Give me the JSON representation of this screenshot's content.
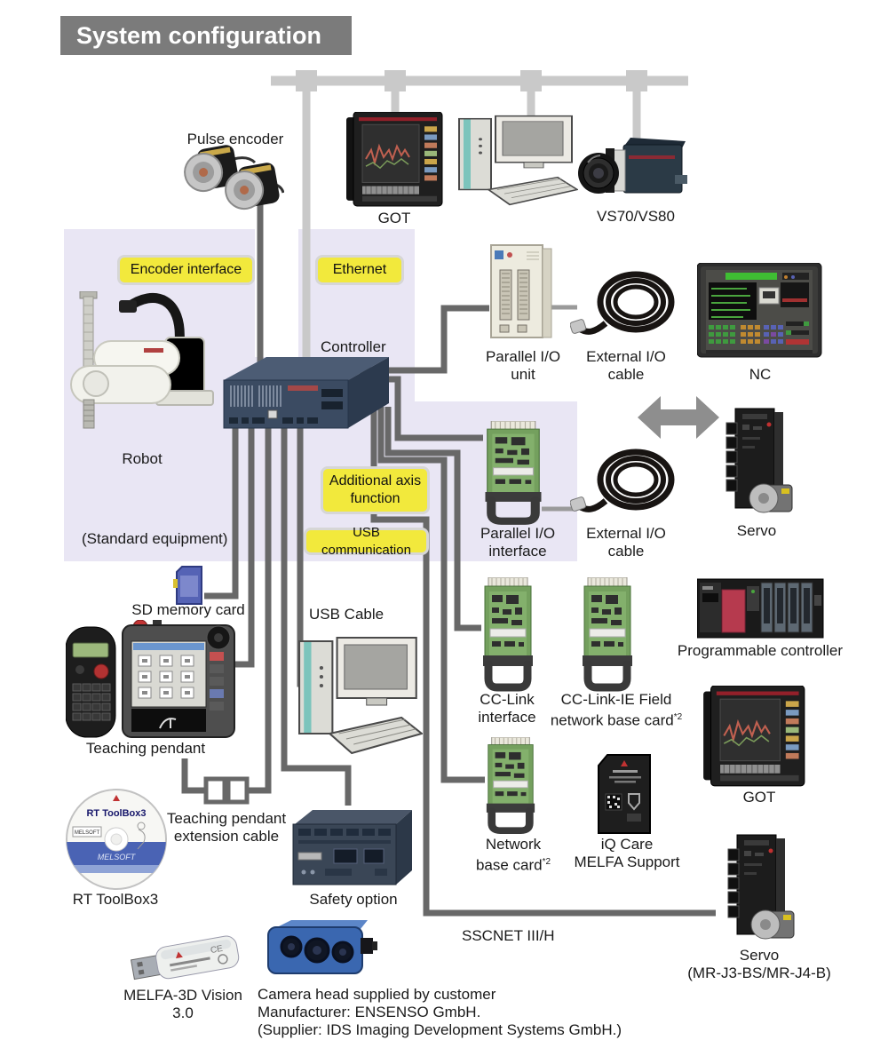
{
  "title": "System configuration",
  "colors": {
    "header_bg": "#7b7b7b",
    "panel_lavender": "#e9e6f4",
    "tag_yellow": "#f2e93c",
    "wire_dark": "#686868",
    "network_light_gray": "#c9c9c9",
    "arrow_gray": "#8e8e8e"
  },
  "tags": {
    "encoder_interface": "Encoder interface",
    "ethernet": "Ethernet",
    "additional_axis_function": "Additional axis\nfunction",
    "usb_communication": "USB communication"
  },
  "labels": {
    "pulse_encoder": "Pulse encoder",
    "got_top": "GOT",
    "vs70_vs80": "VS70/VS80",
    "controller": "Controller",
    "robot": "Robot",
    "standard_equipment": "(Standard equipment)",
    "parallel_io_unit": "Parallel I/O\nunit",
    "external_io_cable_top": "External I/O\ncable",
    "nc": "NC",
    "parallel_io_interface": "Parallel I/O\ninterface",
    "external_io_cable_mid": "External I/O\ncable",
    "servo": "Servo",
    "sd_memory_card": "SD memory card",
    "usb_cable": "USB Cable",
    "teaching_pendant": "Teaching pendant",
    "cc_link_interface": "CC-Link\ninterface",
    "cc_link_ie_field": {
      "text": "CC-Link-IE Field\nnetwork base card",
      "sup": "*2"
    },
    "programmable_controller": "Programmable controller",
    "got_bottom": "GOT",
    "network_base_card": {
      "text": "Network\nbase card",
      "sup": "*2"
    },
    "iq_care": "iQ Care\nMELFA Support",
    "rt_toolbox3": "RT ToolBox3",
    "teaching_pendant_extension_cable": "Teaching pendant\nextension cable",
    "safety_option": "Safety option",
    "sscnet": "SSCNET III/H",
    "servo_mr": "Servo\n(MR-J3-BS/MR-J4-B)",
    "melfa_3d_vision": "MELFA-3D Vision 3.0",
    "camera_head_note": "Camera head supplied by customer\nManufacturer: ENSENSO GmbH.\n(Supplier: IDS Imaging Development Systems GmbH.)"
  },
  "artwork_text": {
    "cd_title": "RT ToolBox3",
    "cd_band": "MELSOFT",
    "cd_label": "MELSOFT",
    "dongle_ce": "CE"
  }
}
